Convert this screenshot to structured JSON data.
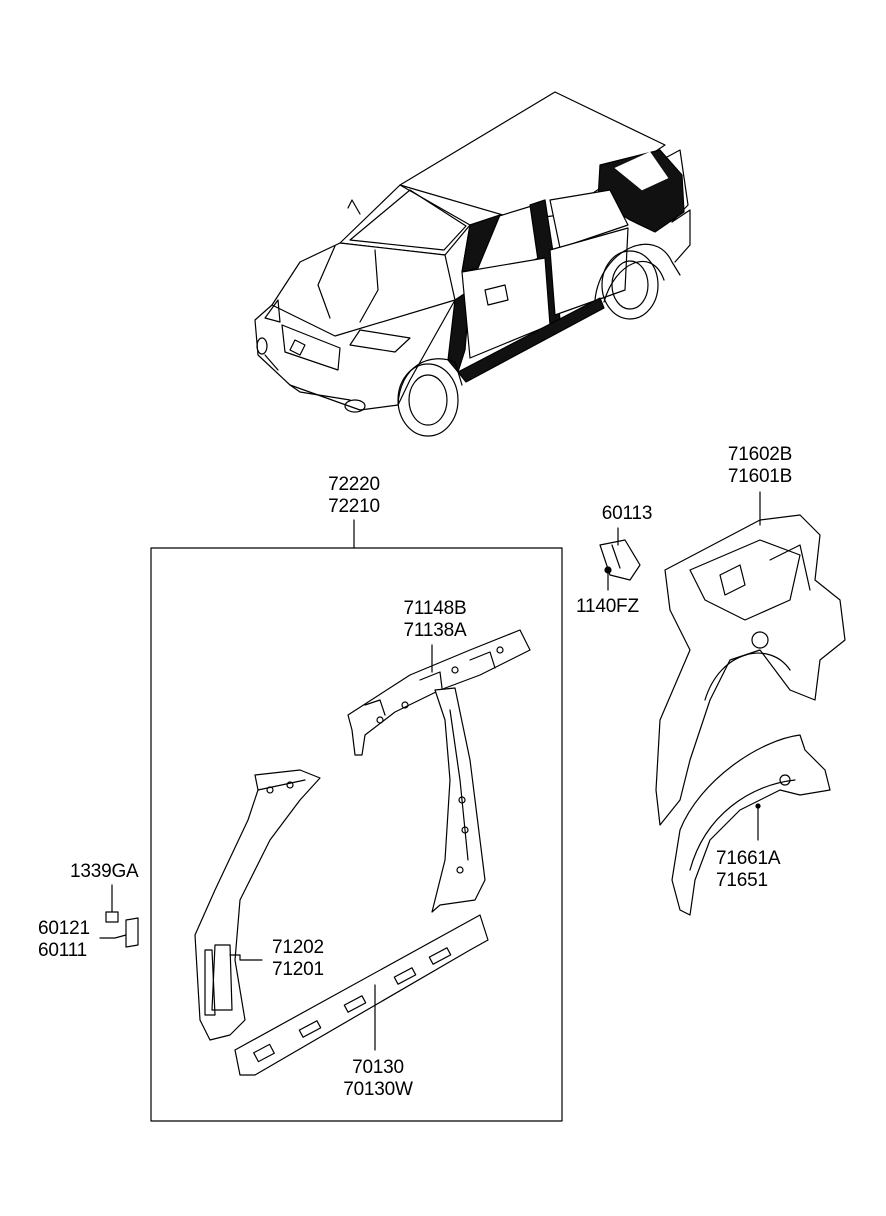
{
  "diagram": {
    "callouts": [
      {
        "id": "side-assy",
        "codes": [
          "72220",
          "72210"
        ]
      },
      {
        "id": "roof-rail",
        "codes": [
          "71148B",
          "71138A"
        ]
      },
      {
        "id": "a-pillar",
        "codes": [
          "71202",
          "71201"
        ]
      },
      {
        "id": "side-sill",
        "codes": [
          "70130",
          "70130W"
        ]
      },
      {
        "id": "quarter-panel",
        "codes": [
          "71602B",
          "71601B"
        ]
      },
      {
        "id": "bracket",
        "codes": [
          "60113"
        ]
      },
      {
        "id": "bolt",
        "codes": [
          "1140FZ"
        ]
      },
      {
        "id": "nut",
        "codes": [
          "1339GA"
        ]
      },
      {
        "id": "small-bracket",
        "codes": [
          "60121",
          "60111"
        ]
      },
      {
        "id": "wheel-house",
        "codes": [
          "71661A",
          "71651"
        ]
      }
    ]
  }
}
